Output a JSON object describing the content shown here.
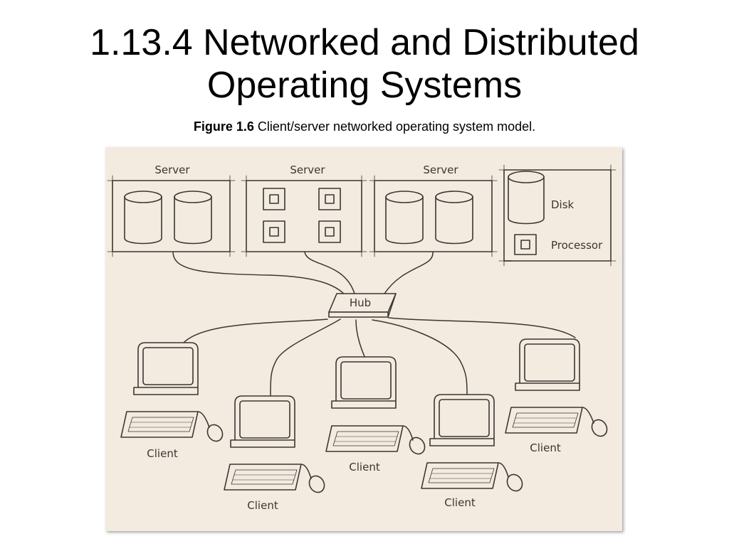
{
  "slide": {
    "title_line1": "1.13.4 Networked and Distributed",
    "title_line2": "Operating Systems",
    "caption_prefix": "Figure 1.6",
    "caption_text": "Client/server networked operating system model."
  },
  "diagram": {
    "servers": [
      "Server",
      "Server",
      "Server"
    ],
    "legend": {
      "disk": "Disk",
      "processor": "Processor"
    },
    "hub": "Hub",
    "clients": [
      "Client",
      "Client",
      "Client",
      "Client",
      "Client"
    ]
  },
  "colors": {
    "figure_bg": "#f3ebdf",
    "stroke": "#3a3632"
  }
}
